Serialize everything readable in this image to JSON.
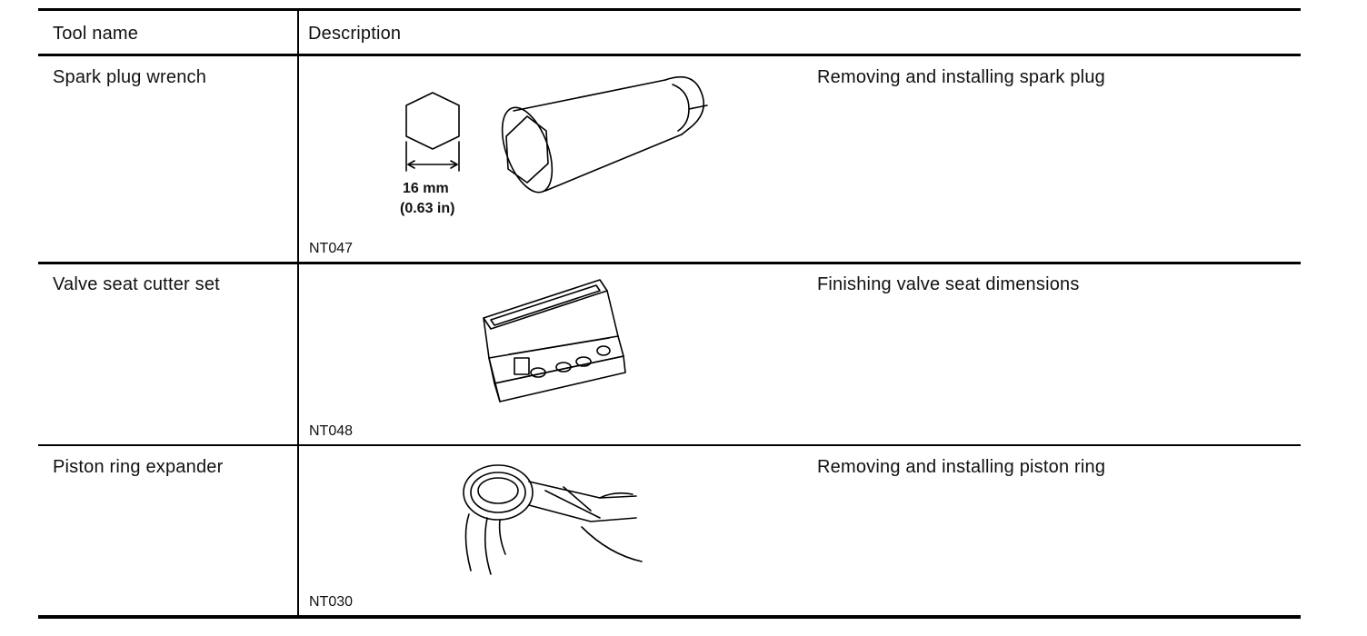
{
  "table": {
    "header": {
      "tool_name": "Tool name",
      "description": "Description"
    },
    "rows": [
      {
        "tool_name": "Spark plug wrench",
        "code": "NT047",
        "description": "Removing and installing spark plug",
        "dimension": {
          "metric": "16 mm",
          "imperial": "(0.63 in)"
        },
        "illustration": "spark-plug-socket-icon"
      },
      {
        "tool_name": "Valve seat cutter set",
        "code": "NT048",
        "description": "Finishing valve seat dimensions",
        "illustration": "cutter-case-icon"
      },
      {
        "tool_name": "Piston ring expander",
        "code": "NT030",
        "description": "Removing and installing piston ring",
        "illustration": "ring-expander-icon"
      }
    ]
  }
}
